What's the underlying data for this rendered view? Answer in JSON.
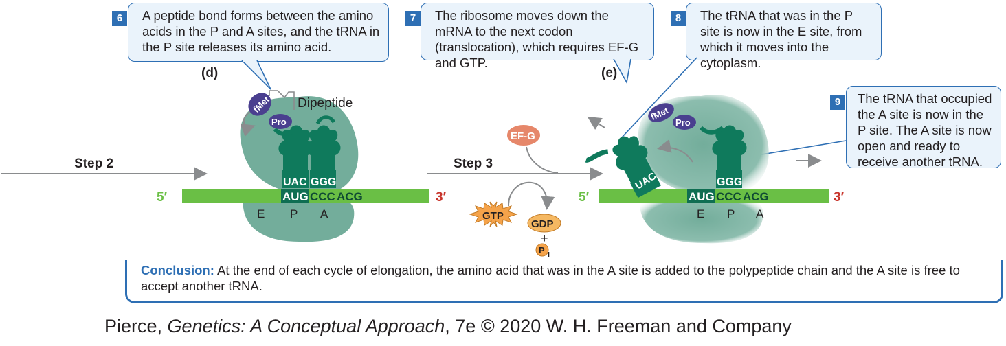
{
  "callouts": [
    {
      "number": "6",
      "text": "A peptide bond forms between the amino acids in the P and A sites, and the tRNA in the P site releases its amino acid."
    },
    {
      "number": "7",
      "text": "The ribosome moves down the mRNA to the next codon (translocation), which requires EF-G and GTP."
    },
    {
      "number": "8",
      "text": "The tRNA that was in the P site is now in the E site, from which it moves into the cytoplasm."
    },
    {
      "number": "9",
      "text": "The tRNA that occupied the A site is now in the P site. The A site is now open and ready to receive another tRNA."
    }
  ],
  "panel_d": {
    "label": "(d)",
    "dipeptide_label": "Dipeptide",
    "amino_acids": [
      "fMet",
      "Pro"
    ],
    "anticodons": [
      "UAC",
      "GGG"
    ],
    "mrna_codons": [
      "AUG",
      "CCC",
      "ACG"
    ],
    "sites": [
      "E",
      "P",
      "A"
    ],
    "five_prime": "5′",
    "three_prime": "3′"
  },
  "panel_e": {
    "label": "(e)",
    "amino_acids": [
      "fMet",
      "Pro"
    ],
    "exiting_anticodon": "UAC",
    "anticodon": "GGG",
    "mrna_codons": [
      "AUG",
      "CCC",
      "ACG"
    ],
    "sites": [
      "E",
      "P",
      "A"
    ],
    "five_prime": "5′",
    "three_prime": "3′"
  },
  "steps": {
    "step2": "Step 2",
    "step3": "Step 3"
  },
  "factors": {
    "ef_g": "EF-G",
    "gtp": "GTP",
    "gdp": "GDP",
    "plus": "+",
    "pi_main": "P",
    "pi_sub": "i"
  },
  "conclusion": {
    "label": "Conclusion:",
    "text": " At the end of each cycle of elongation, the amino acid that was in the A site is added to the polypeptide chain and the A site is free to accept another tRNA."
  },
  "credit": {
    "author": "Pierce, ",
    "title": "Genetics: A Conceptual Approach",
    "rest": ", 7e © 2020 W. H. Freeman and Company"
  },
  "colors": {
    "accent": "#2e6fb4",
    "ribosome": "#73ad9b",
    "trna": "#0f7a5c",
    "mrna": "#6abf45",
    "five_prime": "#6abf45",
    "three_prime": "#c8342b",
    "aminoacid": "#4a3f8f",
    "ef_g": "#e6876a",
    "gtp": "#f5a34a"
  }
}
